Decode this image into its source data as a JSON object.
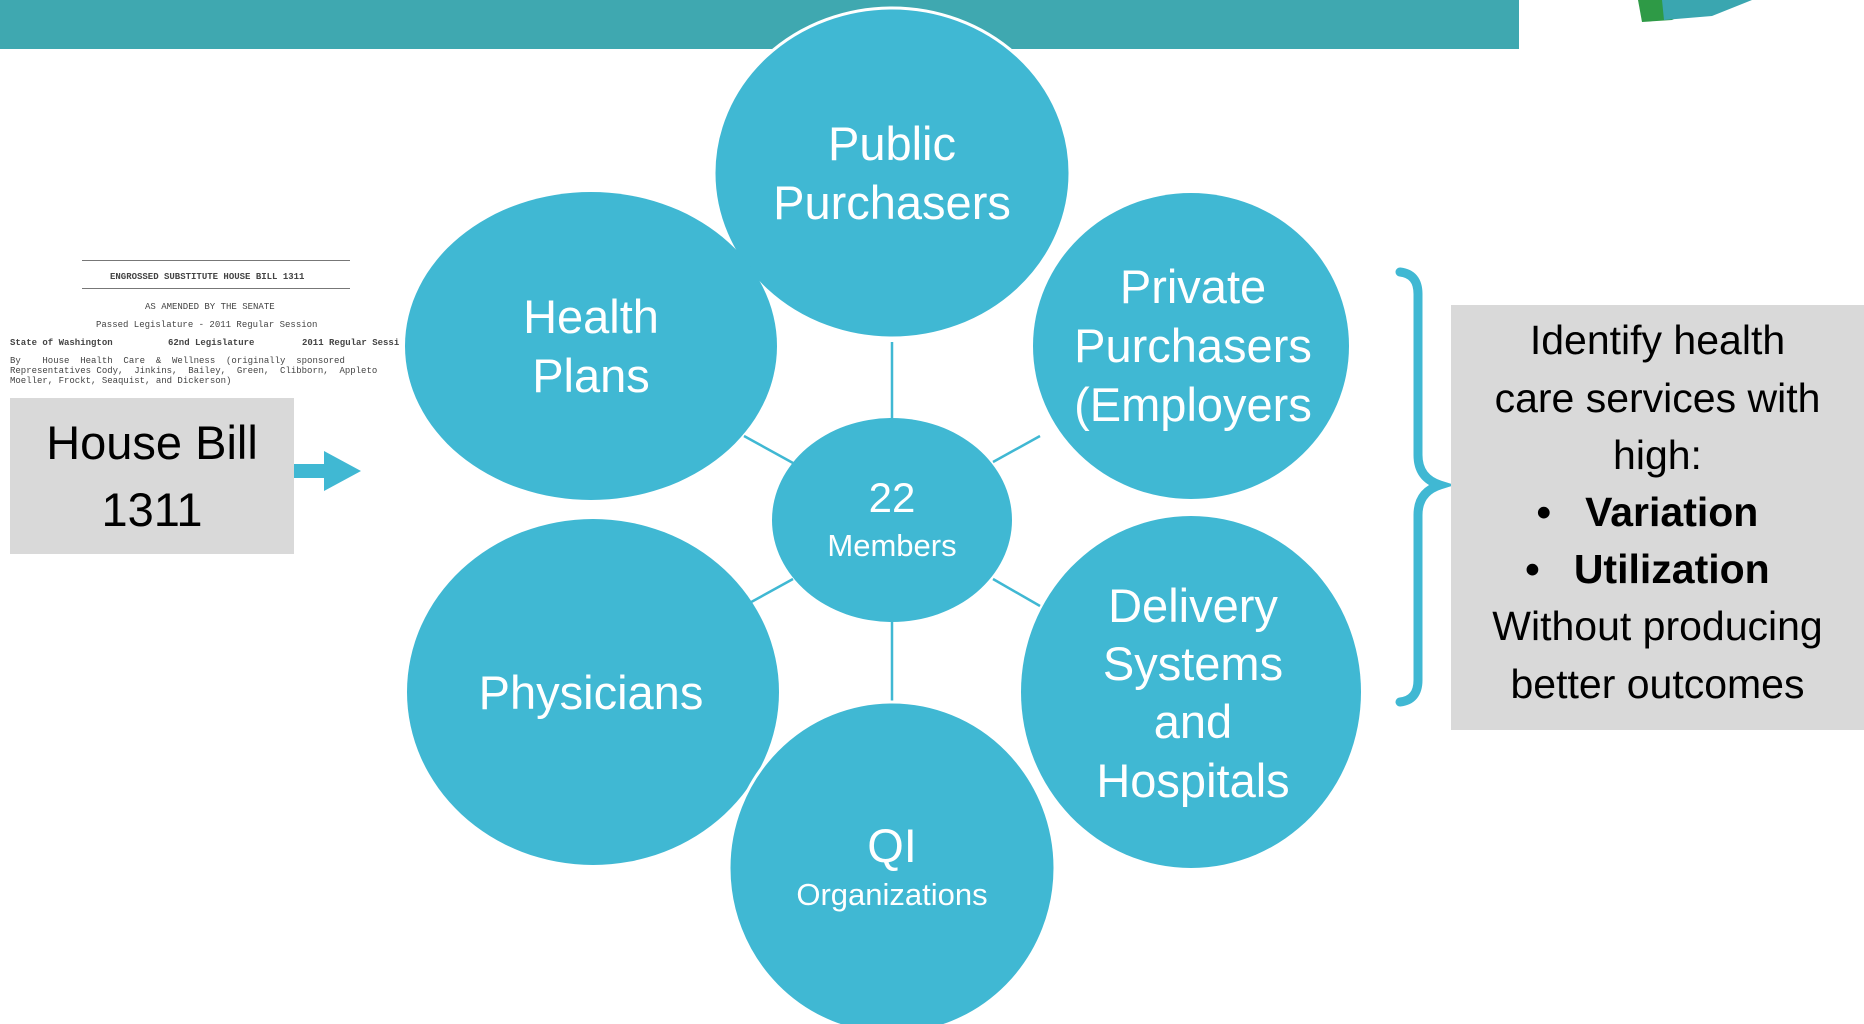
{
  "colors": {
    "banner": "#3fa8b0",
    "circle": "#40b8d3",
    "connector": "#40b8d3",
    "logo_green": "#2e9a46",
    "logo_teal": "#3aa6b0"
  },
  "bill_document": {
    "title": "ENGROSSED SUBSTITUTE HOUSE BILL 1311",
    "amended": "AS AMENDED BY THE SENATE",
    "passed": "Passed Legislature - 2011 Regular Session",
    "state": "State of Washington",
    "legislature": "62nd Legislature",
    "session": "2011 Regular Sessi",
    "sponsors_1": "By    House  Health  Care  &  Wellness  (originally  sponsored",
    "sponsors_2": "Representatives Cody,  Jinkins,  Bailey,  Green,  Clibborn,  Appleto",
    "sponsors_3": "Moeller, Frockt, Seaquist, and Dickerson)"
  },
  "house_bill_box": {
    "line1": "House Bill",
    "line2": "1311"
  },
  "circles": {
    "public": [
      "Public",
      "Purchasers"
    ],
    "private": [
      "Private",
      "Purchasers",
      "(Employers"
    ],
    "health_plans": [
      "Health",
      "Plans"
    ],
    "center": [
      "22",
      "Members"
    ],
    "physicians": [
      "Physicians"
    ],
    "delivery": [
      "Delivery",
      "Systems",
      "and",
      "Hospitals"
    ],
    "qi": [
      "QI",
      "Organizations"
    ]
  },
  "right_box": {
    "line1": "Identify health",
    "line2": "care services with",
    "line3": "high:",
    "bullet1": "Variation",
    "bullet2": "Utilization",
    "line4": "Without producing",
    "line5": "better outcomes"
  }
}
